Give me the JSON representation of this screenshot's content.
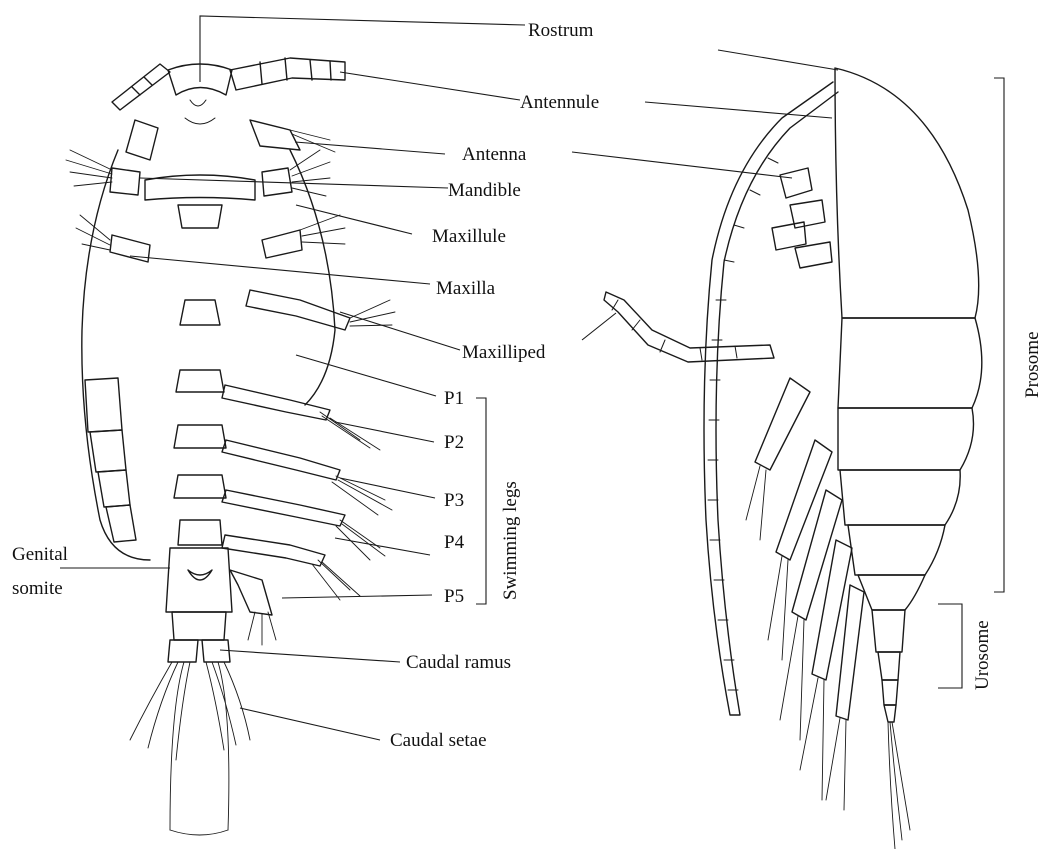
{
  "labels": {
    "rostrum": "Rostrum",
    "antennule": "Antennule",
    "antenna": "Antenna",
    "mandible": "Mandible",
    "maxillule": "Maxillule",
    "maxilla": "Maxilla",
    "maxilliped": "Maxilliped",
    "p1": "P1",
    "p2": "P2",
    "p3": "P3",
    "p4": "P4",
    "p5": "P5",
    "swimming_legs": "Swimming legs",
    "genital_somite_line1": "Genital",
    "genital_somite_line2": "somite",
    "caudal_ramus": "Caudal ramus",
    "caudal_setae": "Caudal setae",
    "prosome": "Prosome",
    "urosome": "Urosome"
  },
  "colors": {
    "ink": "#1a1a1a",
    "background": "#ffffff"
  }
}
